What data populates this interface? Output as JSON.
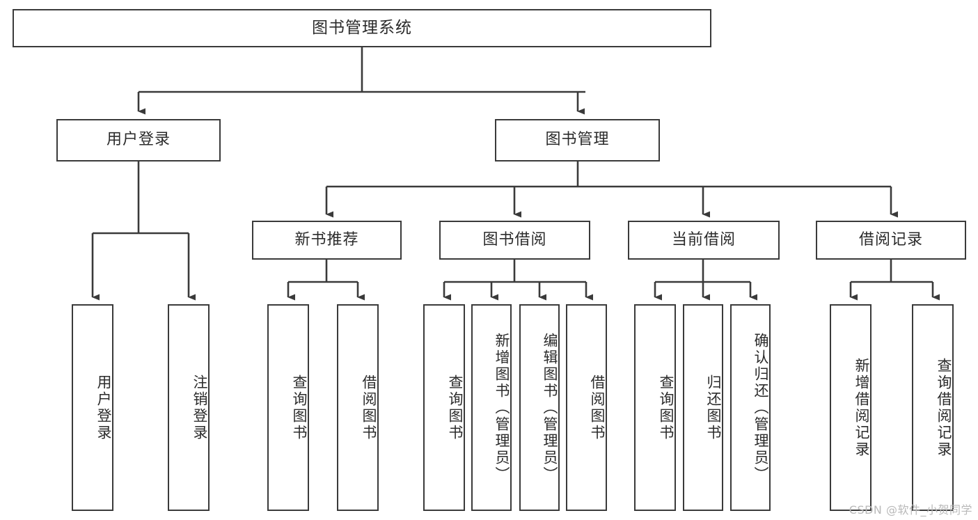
{
  "diagram": {
    "title": "图书管理系统",
    "type": "tree-hierarchy",
    "watermark": "CSDN @软件_小贺同学",
    "colors": {
      "node_border": "#3a3a3a",
      "node_fill": "#ffffff",
      "connector": "#3a3a3a",
      "text": "#2b2b2b",
      "watermark": "#b9b9b9",
      "background": "#ffffff"
    },
    "root": {
      "label": "图书管理系统"
    },
    "level2": [
      {
        "id": "user-login",
        "label": "用户登录"
      },
      {
        "id": "book-management",
        "label": "图书管理"
      }
    ],
    "level3": [
      {
        "id": "new-book-recommend",
        "label": "新书推荐",
        "parent": "book-management"
      },
      {
        "id": "book-borrow",
        "label": "图书借阅",
        "parent": "book-management"
      },
      {
        "id": "current-borrow",
        "label": "当前借阅",
        "parent": "book-management"
      },
      {
        "id": "borrow-record",
        "label": "借阅记录",
        "parent": "book-management"
      }
    ],
    "leaves": [
      {
        "id": "leaf-user-login",
        "label": "用户登录",
        "parent": "user-login"
      },
      {
        "id": "leaf-logout-login",
        "label": "注销登录",
        "parent": "user-login"
      },
      {
        "id": "leaf-query-book-1",
        "label": "查询图书",
        "parent": "new-book-recommend"
      },
      {
        "id": "leaf-borrow-book-1",
        "label": "借阅图书",
        "parent": "new-book-recommend"
      },
      {
        "id": "leaf-query-book-2",
        "label": "查询图书",
        "parent": "book-borrow"
      },
      {
        "id": "leaf-add-book",
        "label": "新增图书（管理员）",
        "parent": "book-borrow"
      },
      {
        "id": "leaf-edit-book",
        "label": "编辑图书（管理员）",
        "parent": "book-borrow"
      },
      {
        "id": "leaf-borrow-book-2",
        "label": "借阅图书",
        "parent": "book-borrow"
      },
      {
        "id": "leaf-query-book-3",
        "label": "查询图书",
        "parent": "current-borrow"
      },
      {
        "id": "leaf-return-book",
        "label": "归还图书",
        "parent": "current-borrow"
      },
      {
        "id": "leaf-confirm-return",
        "label": "确认归还（管理员）",
        "parent": "current-borrow"
      },
      {
        "id": "leaf-add-record",
        "label": "新增借阅记录",
        "parent": "borrow-record"
      },
      {
        "id": "leaf-query-record",
        "label": "查询借阅记录",
        "parent": "borrow-record"
      }
    ]
  }
}
